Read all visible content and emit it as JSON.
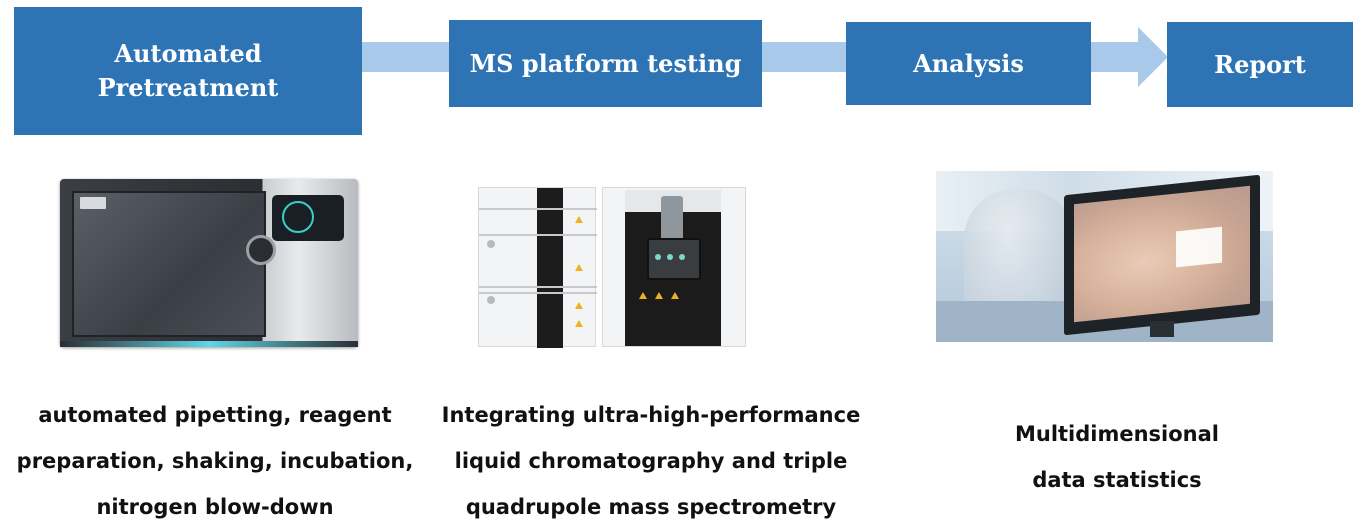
{
  "workflow": {
    "steps": [
      {
        "label": "Automated\nPretreatment"
      },
      {
        "label": "MS platform testing"
      },
      {
        "label": "Analysis"
      },
      {
        "label": "Report"
      }
    ],
    "captions": [
      "automated pipetting, reagent\npreparation, shaking, incubation,\nnitrogen blow-down",
      "Integrating ultra-high-performance\nliquid chromatography and triple\nquadrupole mass spectrometry",
      "Multidimensional\ndata statistics"
    ]
  },
  "colors": {
    "step_box": "#2e74b5",
    "connector": "#a9c9ea",
    "step_text": "#ffffff",
    "caption_text": "#111111"
  },
  "icons": [
    "arrow-right-icon"
  ]
}
